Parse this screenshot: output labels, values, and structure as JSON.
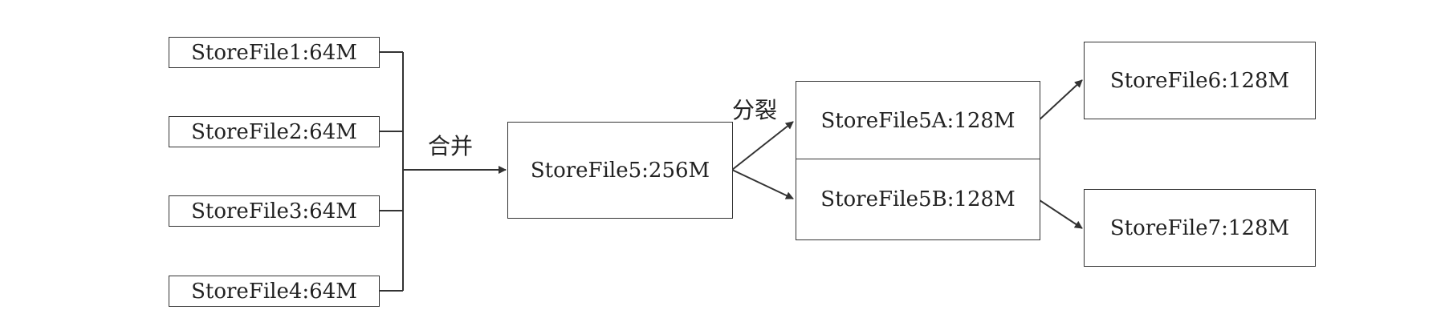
{
  "diagram": {
    "sources": [
      {
        "label": "StoreFile1:64M"
      },
      {
        "label": "StoreFile2:64M"
      },
      {
        "label": "StoreFile3:64M"
      },
      {
        "label": "StoreFile4:64M"
      }
    ],
    "merge_label": "合并",
    "merged": {
      "label": "StoreFile5:256M"
    },
    "split_label": "分裂",
    "split_parts": [
      {
        "label": "StoreFile5A:128M"
      },
      {
        "label": "StoreFile5B:128M"
      }
    ],
    "results": [
      {
        "label": "StoreFile6:128M"
      },
      {
        "label": "StoreFile7:128M"
      }
    ],
    "colors": {
      "line": "#333333",
      "text": "#222222",
      "background": "#ffffff"
    }
  }
}
